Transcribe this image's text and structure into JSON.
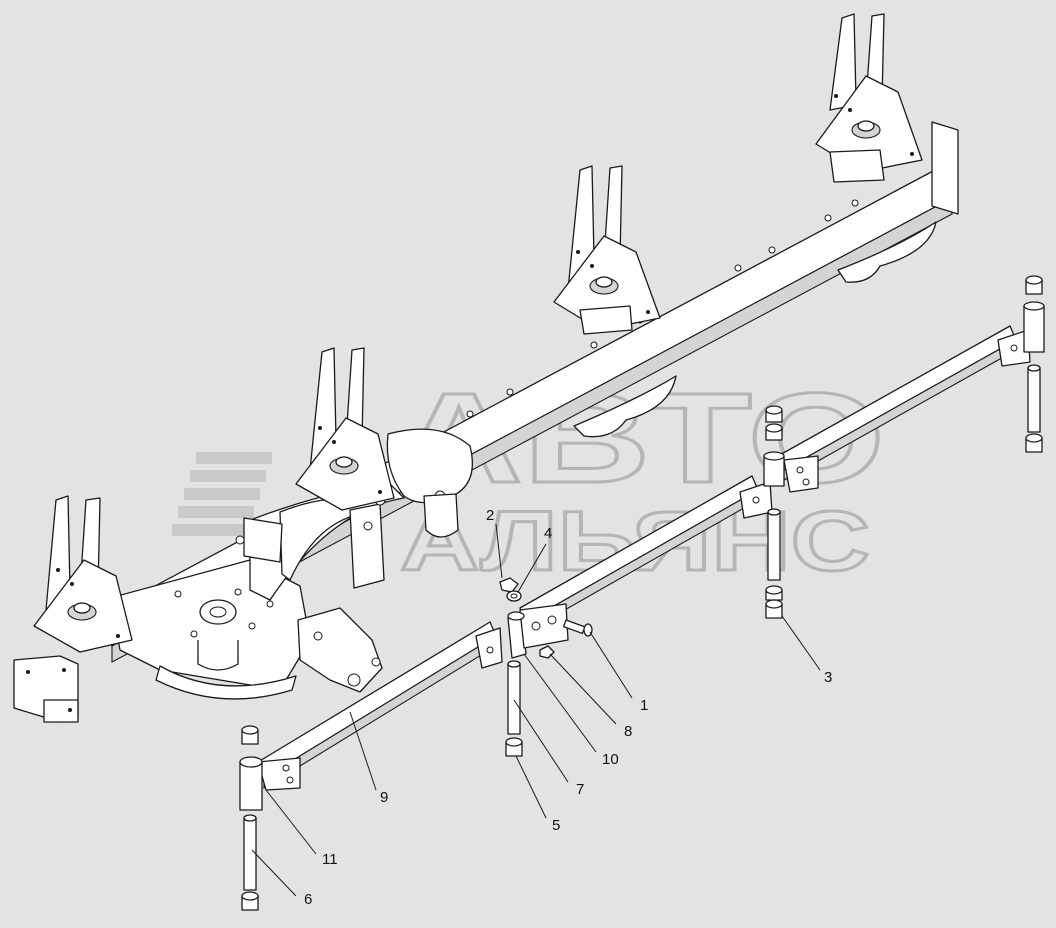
{
  "watermark": {
    "line1": "АВТО",
    "line2": "АЛЬЯНС"
  },
  "callouts": [
    {
      "id": "1",
      "label": "1"
    },
    {
      "id": "2",
      "label": "2"
    },
    {
      "id": "3",
      "label": "3"
    },
    {
      "id": "4",
      "label": "4"
    },
    {
      "id": "5",
      "label": "5"
    },
    {
      "id": "6",
      "label": "6"
    },
    {
      "id": "7",
      "label": "7"
    },
    {
      "id": "8",
      "label": "8"
    },
    {
      "id": "9",
      "label": "9"
    },
    {
      "id": "10",
      "label": "10"
    },
    {
      "id": "11",
      "label": "11"
    }
  ]
}
